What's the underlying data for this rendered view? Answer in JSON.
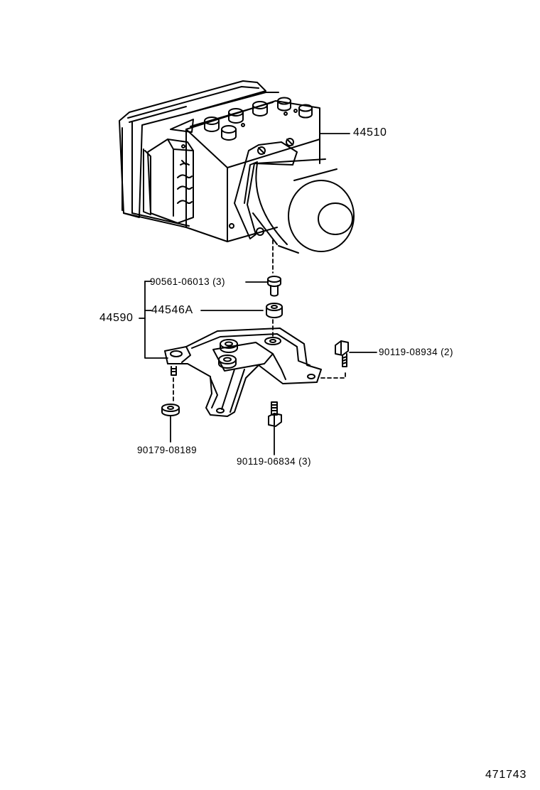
{
  "diagram_id": "471743",
  "parts": [
    {
      "key": "abs_actuator",
      "number": "44510",
      "qty": ""
    },
    {
      "key": "bracket_assembly",
      "number": "44590",
      "qty": ""
    },
    {
      "key": "cushion",
      "number": "44546A",
      "qty": ""
    },
    {
      "key": "collar_bolt",
      "number": "90561-06013",
      "qty": "(3)"
    },
    {
      "key": "bolt_right",
      "number": "90119-08934",
      "qty": "(2)"
    },
    {
      "key": "bolt_lower",
      "number": "90119-06834",
      "qty": "(3)"
    },
    {
      "key": "washer_cushion",
      "number": "90179-08189",
      "qty": ""
    }
  ]
}
